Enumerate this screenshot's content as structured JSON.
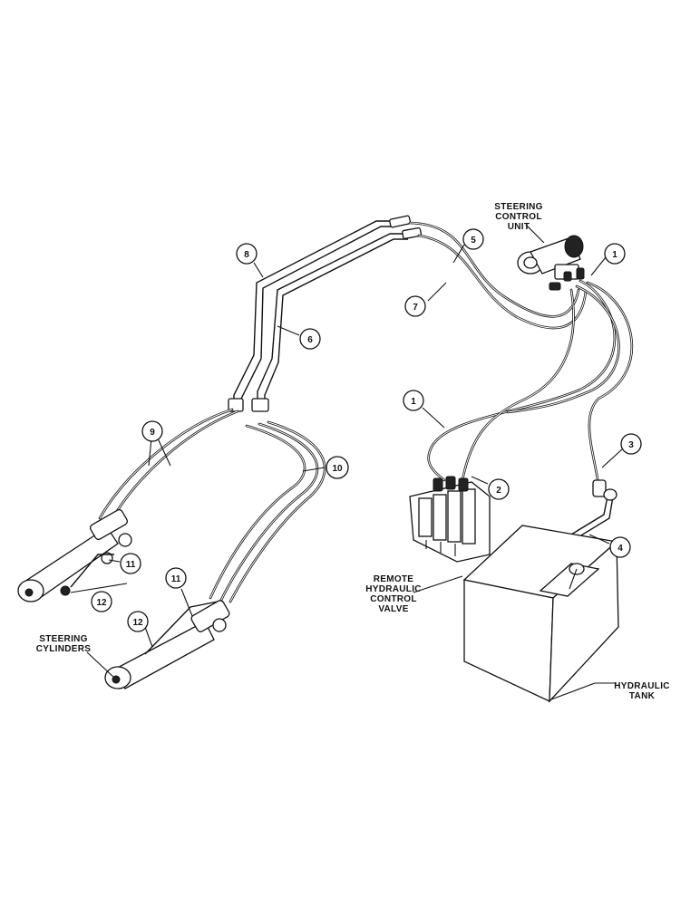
{
  "labels": {
    "steering_control_unit": [
      "STEERING",
      "CONTROL",
      "UNIT"
    ],
    "remote_valve": [
      "REMOTE",
      "HYDRAULIC",
      "CONTROL",
      "VALVE"
    ],
    "steering_cylinders": [
      "STEERING",
      "CYLINDERS"
    ],
    "hydraulic_tank": [
      "HYDRAULIC",
      "TANK"
    ]
  },
  "callouts": {
    "c1a": "1",
    "c1b": "1",
    "c2": "2",
    "c3": "3",
    "c4": "4",
    "c5": "5",
    "c6": "6",
    "c7": "7",
    "c8": "8",
    "c9": "9",
    "c10": "10",
    "c11a": "11",
    "c11b": "11",
    "c12a": "12",
    "c12b": "12"
  }
}
